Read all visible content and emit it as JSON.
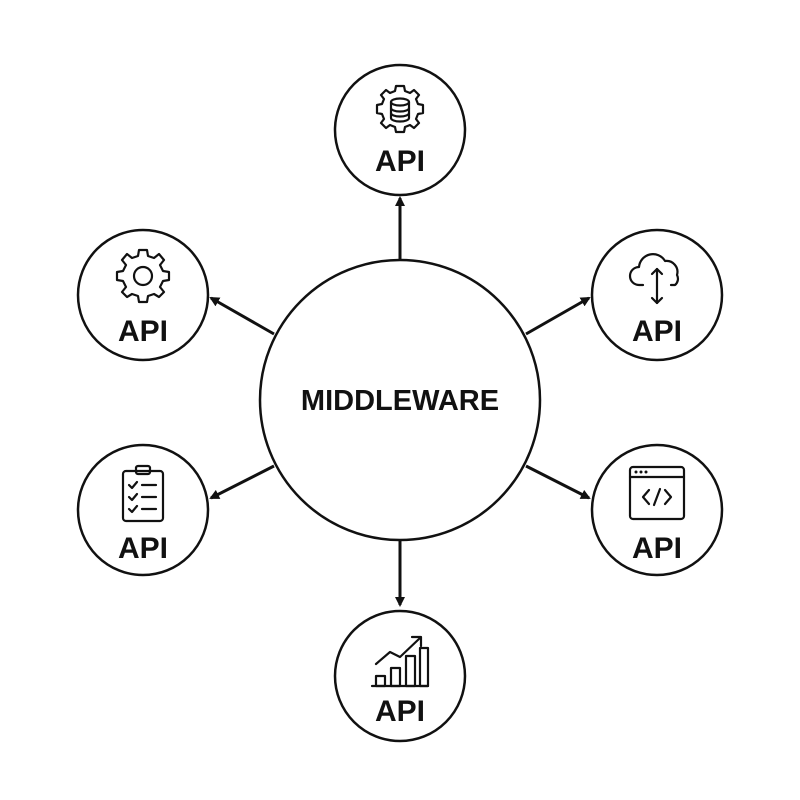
{
  "center": {
    "label": "MIDDLEWARE"
  },
  "nodes": [
    {
      "id": "top",
      "label": "API",
      "icon": "gear-database-icon"
    },
    {
      "id": "upper-right",
      "label": "API",
      "icon": "cloud-upload-download-icon"
    },
    {
      "id": "lower-right",
      "label": "API",
      "icon": "code-window-icon"
    },
    {
      "id": "bottom",
      "label": "API",
      "icon": "growth-chart-icon"
    },
    {
      "id": "lower-left",
      "label": "API",
      "icon": "checklist-clipboard-icon"
    },
    {
      "id": "upper-left",
      "label": "API",
      "icon": "gear-icon"
    }
  ],
  "colors": {
    "stroke": "#111111",
    "background": "#ffffff"
  }
}
